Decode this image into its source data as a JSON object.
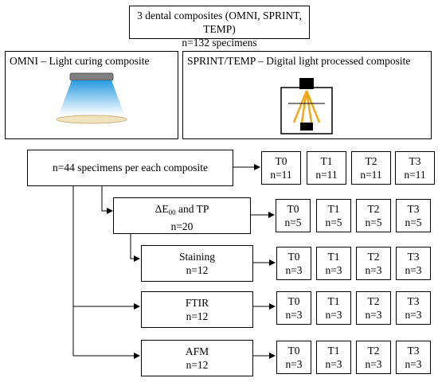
{
  "top": {
    "line1": "3 dental composites (OMNI, SPRINT, TEMP)",
    "line2": "n=132 specimens"
  },
  "omni": {
    "label": "OMNI – Light curing composite"
  },
  "dlp": {
    "label": "SPRINT/TEMP – Digital light processed composite"
  },
  "per_composite": {
    "label": "n=44  specimens per each composite"
  },
  "tests": [
    {
      "title_main": "ΔE",
      "title_sub": "00",
      "title_rest": " and TP",
      "count": "n=20"
    },
    {
      "title": "Staining",
      "count": "n=12"
    },
    {
      "title": "FTIR",
      "count": "n=12"
    },
    {
      "title": "AFM",
      "count": "n=12"
    }
  ],
  "time_rows": [
    {
      "row": "per-composite",
      "items": [
        {
          "t": "T0",
          "n": "n=11"
        },
        {
          "t": "T1",
          "n": "n=11"
        },
        {
          "t": "T2",
          "n": "n=11"
        },
        {
          "t": "T3",
          "n": "n=11"
        }
      ]
    },
    {
      "row": "delta-e",
      "items": [
        {
          "t": "T0",
          "n": "n=5"
        },
        {
          "t": "T1",
          "n": "n=5"
        },
        {
          "t": "T2",
          "n": "n=5"
        },
        {
          "t": "T3",
          "n": "n=5"
        }
      ]
    },
    {
      "row": "staining",
      "items": [
        {
          "t": "T0",
          "n": "n=3"
        },
        {
          "t": "T1",
          "n": "n=3"
        },
        {
          "t": "T2",
          "n": "n=3"
        },
        {
          "t": "T3",
          "n": "n=3"
        }
      ]
    },
    {
      "row": "ftir",
      "items": [
        {
          "t": "T0",
          "n": "n=3"
        },
        {
          "t": "T1",
          "n": "n=3"
        },
        {
          "t": "T2",
          "n": "n=3"
        },
        {
          "t": "T3",
          "n": "n=3"
        }
      ]
    },
    {
      "row": "afm",
      "items": [
        {
          "t": "T0",
          "n": "n=3"
        },
        {
          "t": "T1",
          "n": "n=3"
        },
        {
          "t": "T2",
          "n": "n=3"
        },
        {
          "t": "T3",
          "n": "n=3"
        }
      ]
    }
  ],
  "colors": {
    "line": "#000000",
    "light_cone": "#3fa9e6",
    "lamp": "#7f7f7f",
    "dish": "#f2e3bf",
    "dlp_rays": "#f0a818"
  }
}
